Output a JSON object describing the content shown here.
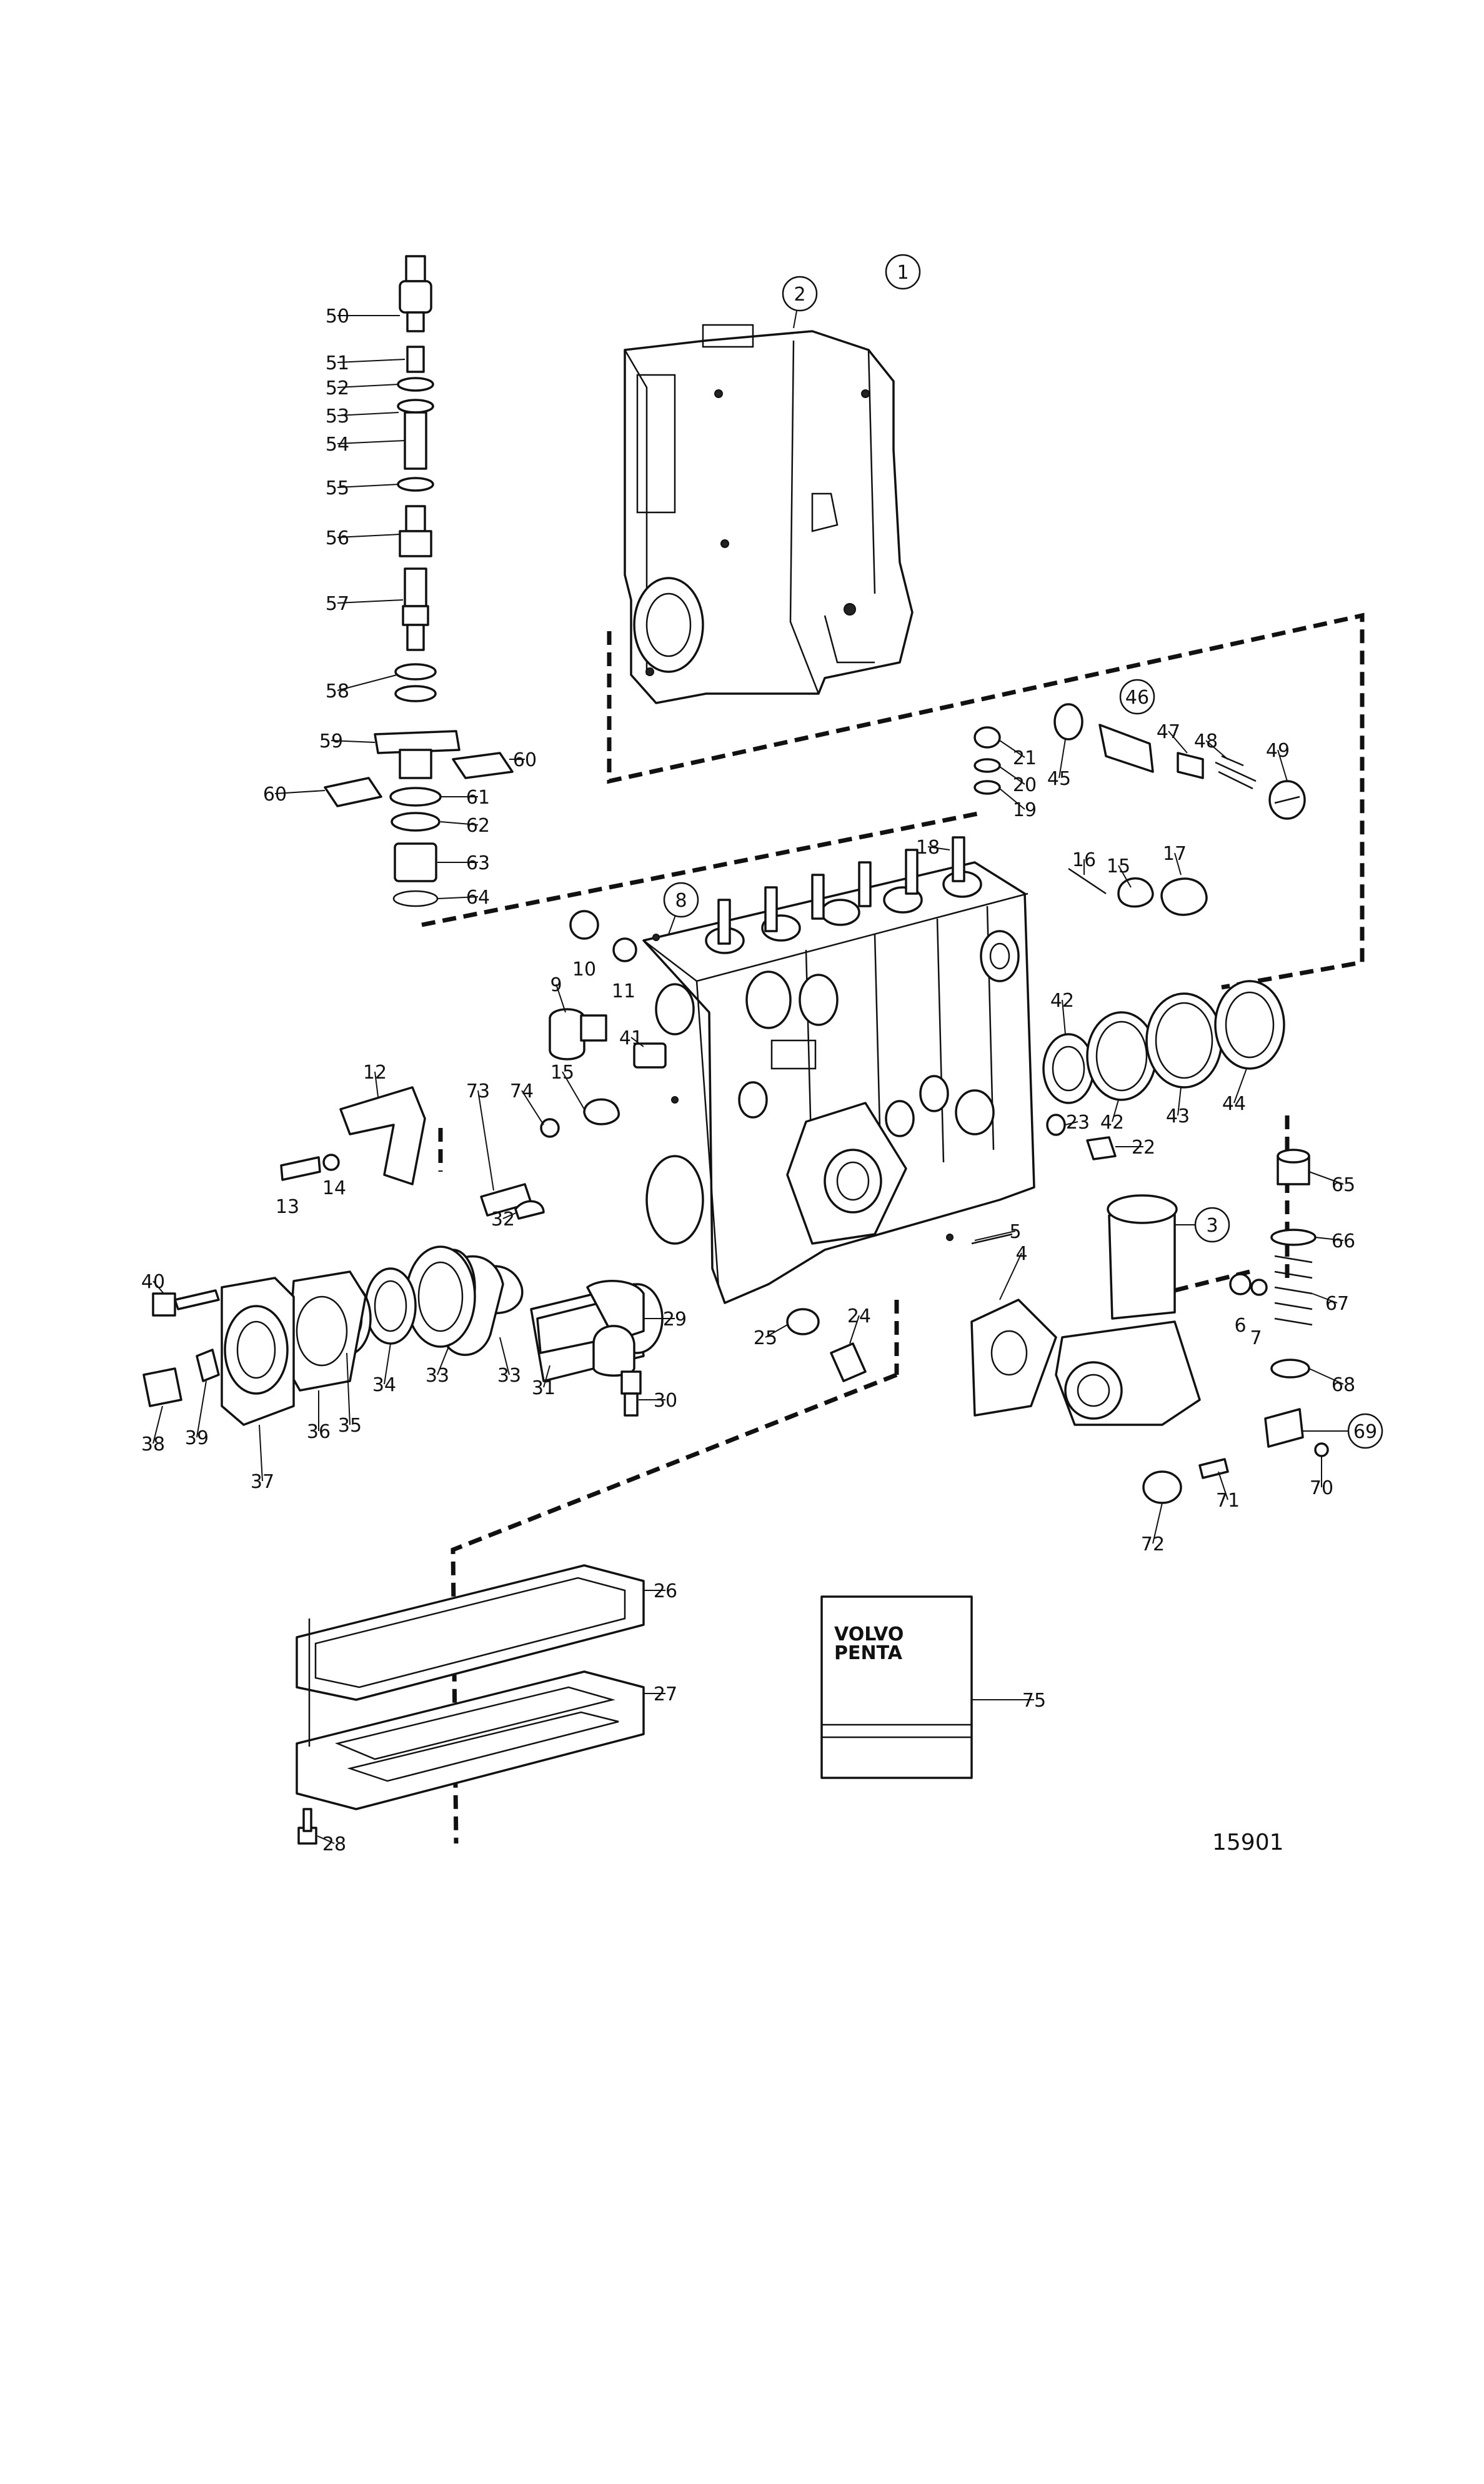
{
  "diagram": {
    "drawing_number": "15901",
    "logo_text": [
      "VOLVO",
      "PENTA"
    ],
    "labels": [
      {
        "id": "1",
        "text": "1",
        "circled": true
      },
      {
        "id": "2",
        "text": "2",
        "circled": true
      },
      {
        "id": "3",
        "text": "3",
        "circled": true
      },
      {
        "id": "4",
        "text": "4"
      },
      {
        "id": "5",
        "text": "5"
      },
      {
        "id": "6",
        "text": "6"
      },
      {
        "id": "7",
        "text": "7"
      },
      {
        "id": "8",
        "text": "8",
        "circled": true
      },
      {
        "id": "9",
        "text": "9"
      },
      {
        "id": "10",
        "text": "10"
      },
      {
        "id": "11",
        "text": "11"
      },
      {
        "id": "12",
        "text": "12"
      },
      {
        "id": "13",
        "text": "13"
      },
      {
        "id": "14",
        "text": "14"
      },
      {
        "id": "15a",
        "text": "15"
      },
      {
        "id": "15b",
        "text": "15"
      },
      {
        "id": "16",
        "text": "16"
      },
      {
        "id": "17",
        "text": "17"
      },
      {
        "id": "18",
        "text": "18"
      },
      {
        "id": "19",
        "text": "19"
      },
      {
        "id": "20",
        "text": "20"
      },
      {
        "id": "21",
        "text": "21"
      },
      {
        "id": "22",
        "text": "22"
      },
      {
        "id": "23",
        "text": "23"
      },
      {
        "id": "24",
        "text": "24"
      },
      {
        "id": "25",
        "text": "25"
      },
      {
        "id": "26",
        "text": "26"
      },
      {
        "id": "27",
        "text": "27"
      },
      {
        "id": "28",
        "text": "28"
      },
      {
        "id": "29",
        "text": "29"
      },
      {
        "id": "30",
        "text": "30"
      },
      {
        "id": "31",
        "text": "31"
      },
      {
        "id": "32",
        "text": "32"
      },
      {
        "id": "33a",
        "text": "33"
      },
      {
        "id": "33b",
        "text": "33"
      },
      {
        "id": "34",
        "text": "34"
      },
      {
        "id": "35",
        "text": "35"
      },
      {
        "id": "36",
        "text": "36"
      },
      {
        "id": "37",
        "text": "37"
      },
      {
        "id": "38",
        "text": "38"
      },
      {
        "id": "39",
        "text": "39"
      },
      {
        "id": "40",
        "text": "40"
      },
      {
        "id": "41",
        "text": "41"
      },
      {
        "id": "42a",
        "text": "42"
      },
      {
        "id": "42b",
        "text": "42"
      },
      {
        "id": "43",
        "text": "43"
      },
      {
        "id": "44",
        "text": "44"
      },
      {
        "id": "45",
        "text": "45"
      },
      {
        "id": "46",
        "text": "46",
        "circled": true
      },
      {
        "id": "47",
        "text": "47"
      },
      {
        "id": "48",
        "text": "48"
      },
      {
        "id": "49",
        "text": "49"
      },
      {
        "id": "50",
        "text": "50"
      },
      {
        "id": "51",
        "text": "51"
      },
      {
        "id": "52",
        "text": "52"
      },
      {
        "id": "53",
        "text": "53"
      },
      {
        "id": "54",
        "text": "54"
      },
      {
        "id": "55",
        "text": "55"
      },
      {
        "id": "56",
        "text": "56"
      },
      {
        "id": "57",
        "text": "57"
      },
      {
        "id": "58",
        "text": "58"
      },
      {
        "id": "59",
        "text": "59"
      },
      {
        "id": "60a",
        "text": "60"
      },
      {
        "id": "60b",
        "text": "60"
      },
      {
        "id": "61",
        "text": "61"
      },
      {
        "id": "62",
        "text": "62"
      },
      {
        "id": "63",
        "text": "63"
      },
      {
        "id": "64",
        "text": "64"
      },
      {
        "id": "65",
        "text": "65"
      },
      {
        "id": "66",
        "text": "66"
      },
      {
        "id": "67",
        "text": "67"
      },
      {
        "id": "68",
        "text": "68"
      },
      {
        "id": "69",
        "text": "69",
        "circled": true
      },
      {
        "id": "70",
        "text": "70"
      },
      {
        "id": "71",
        "text": "71"
      },
      {
        "id": "72",
        "text": "72"
      },
      {
        "id": "73",
        "text": "73"
      },
      {
        "id": "74",
        "text": "74"
      },
      {
        "id": "75",
        "text": "75"
      }
    ]
  }
}
